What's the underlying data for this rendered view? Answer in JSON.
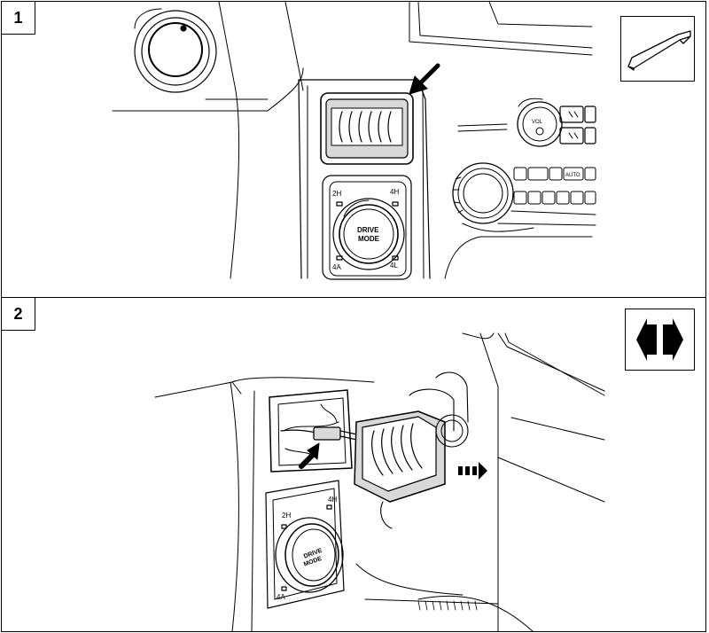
{
  "steps": [
    {
      "number": "1",
      "tool_icon": "trim-panel-removal-tool-icon",
      "labels": {
        "top_left": "2H",
        "top_right": "4H",
        "bottom_left": "4A",
        "bottom_right": "4L",
        "knob_line1": "DRIVE",
        "knob_line2": "MODE",
        "vol": "VOL",
        "auto": "AUTO"
      }
    },
    {
      "number": "2",
      "tool_icon": "disconnect-connector-icon",
      "labels": {
        "top_left": "2H",
        "top_right": "4H",
        "bottom_left": "4A",
        "knob_line1": "DRIVE",
        "knob_line2": "MODE"
      }
    }
  ],
  "colors": {
    "line": "#000000",
    "fill": "#ffffff",
    "shade": "#d9d9d9",
    "arrow": "#000000"
  }
}
